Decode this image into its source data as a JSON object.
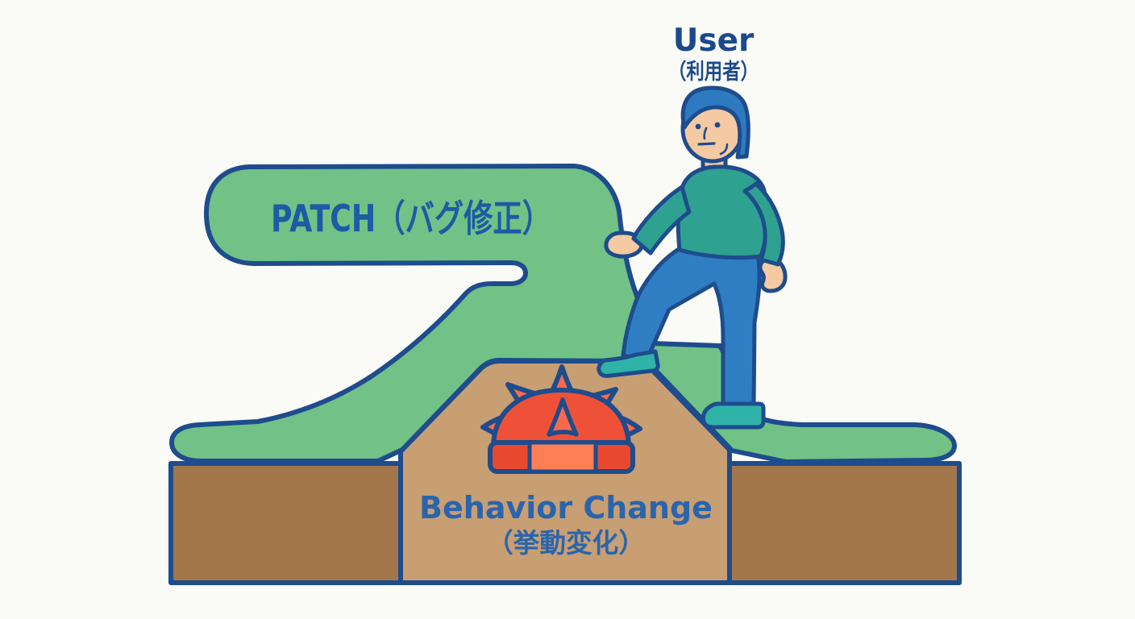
{
  "illustration": {
    "description": "Metaphor illustration: a user steps over a buried spiked mine. The green ribbon path is the patch, the mound hides a behavior change.",
    "labels": {
      "user_en": "User",
      "user_jp": "（利用者）",
      "patch": "PATCH（バグ修正）",
      "behavior_en": "Behavior Change",
      "behavior_jp": "（挙動変化）"
    },
    "icons": {
      "mine": "spiked-mine-icon",
      "person": "walking-user-figure",
      "ribbon": "patch-ribbon-shape"
    },
    "colors": {
      "background": "#FAFAF6",
      "outline": "#1E4C8C",
      "green": "#72C186",
      "ground_dark": "#A3774B",
      "ground_light": "#C89E73",
      "mine_red": "#EF5138",
      "mine_red_dark": "#E8492E",
      "mine_orange": "#FF7E55",
      "mine_spike": "#F96A4C",
      "skin": "#F5C9A1",
      "shirt": "#2EA191",
      "pants": "#2F7EC4",
      "hair": "#2E7AC0",
      "shoes": "#2FB3A8",
      "text_user": "#1B4A8C",
      "text_patch": "#1D5BA4",
      "text_behavior": "#2A65AC"
    }
  }
}
